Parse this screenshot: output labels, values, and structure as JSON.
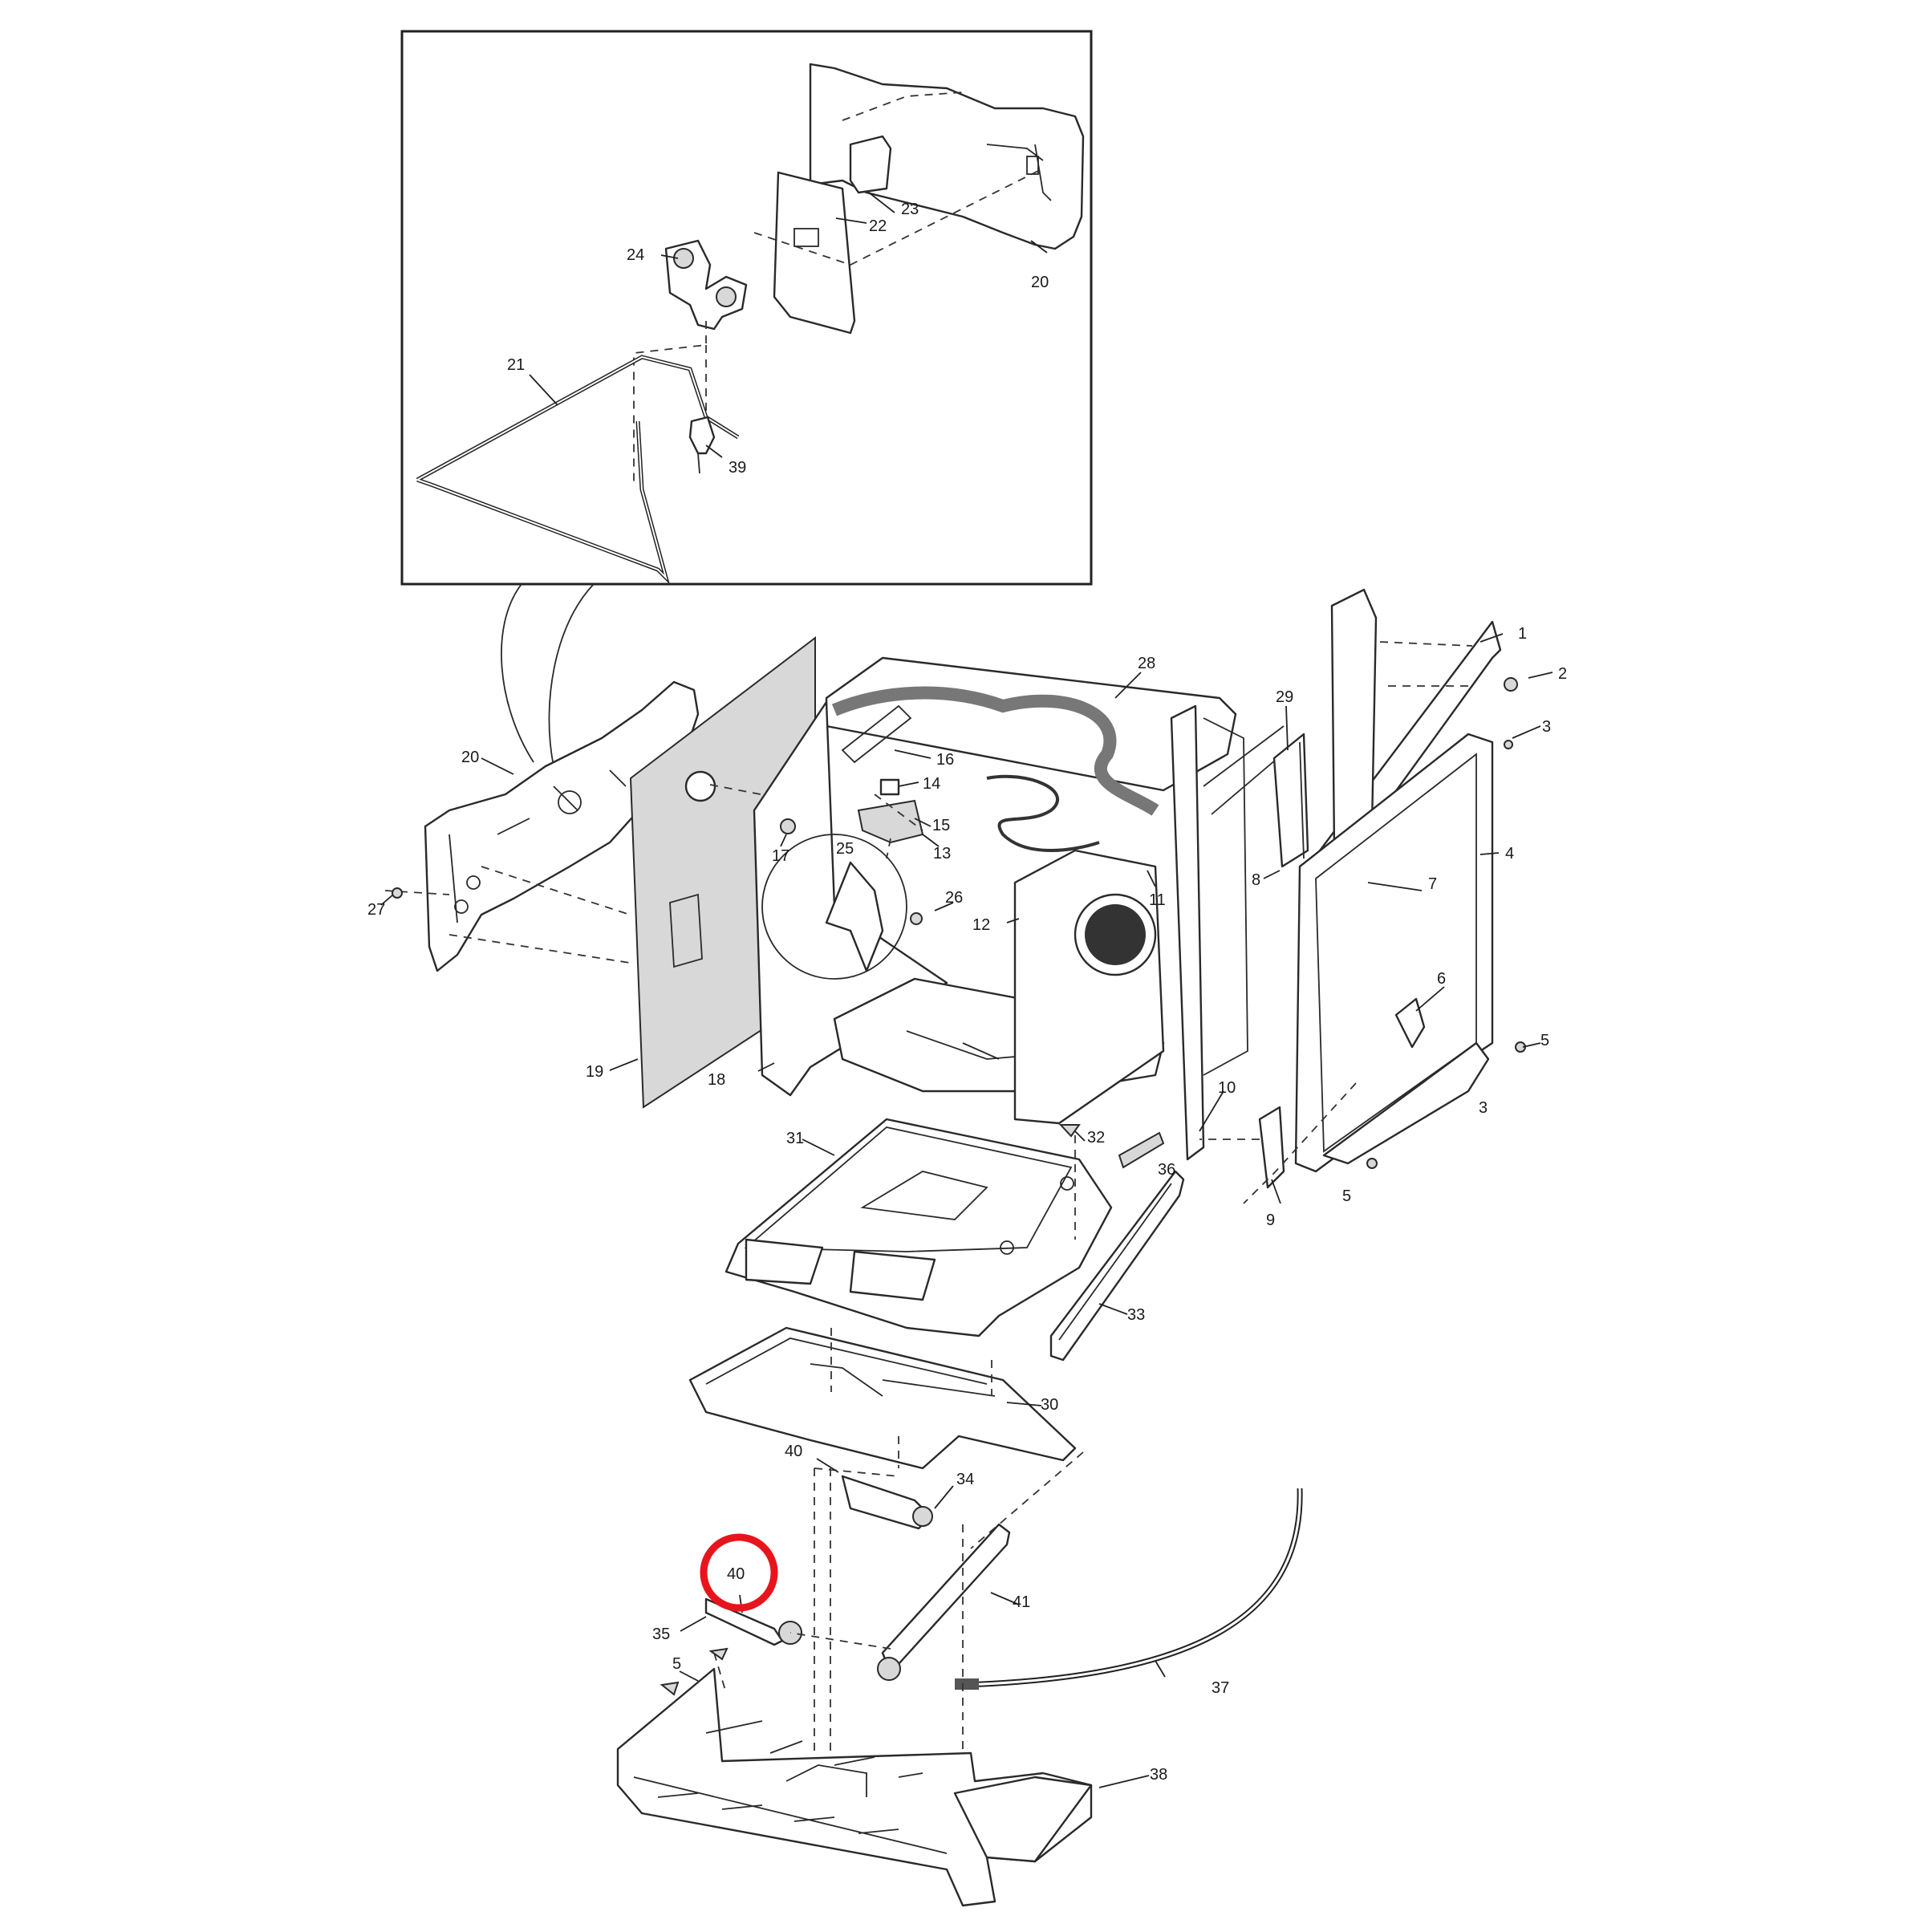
{
  "callouts": [
    {
      "id": "1",
      "label": "1"
    },
    {
      "id": "2",
      "label": "2"
    },
    {
      "id": "3a",
      "label": "3"
    },
    {
      "id": "3b",
      "label": "3"
    },
    {
      "id": "4",
      "label": "4"
    },
    {
      "id": "5a",
      "label": "5"
    },
    {
      "id": "5b",
      "label": "5"
    },
    {
      "id": "5c",
      "label": "5"
    },
    {
      "id": "6",
      "label": "6"
    },
    {
      "id": "7",
      "label": "7"
    },
    {
      "id": "8",
      "label": "8"
    },
    {
      "id": "9",
      "label": "9"
    },
    {
      "id": "10",
      "label": "10"
    },
    {
      "id": "11",
      "label": "11"
    },
    {
      "id": "12",
      "label": "12"
    },
    {
      "id": "13",
      "label": "13"
    },
    {
      "id": "14",
      "label": "14"
    },
    {
      "id": "15",
      "label": "15"
    },
    {
      "id": "16",
      "label": "16"
    },
    {
      "id": "17",
      "label": "17"
    },
    {
      "id": "18",
      "label": "18"
    },
    {
      "id": "19",
      "label": "19"
    },
    {
      "id": "20a",
      "label": "20"
    },
    {
      "id": "20b",
      "label": "20"
    },
    {
      "id": "21",
      "label": "21"
    },
    {
      "id": "22",
      "label": "22"
    },
    {
      "id": "23",
      "label": "23"
    },
    {
      "id": "24",
      "label": "24"
    },
    {
      "id": "25",
      "label": "25"
    },
    {
      "id": "26",
      "label": "26"
    },
    {
      "id": "27",
      "label": "27"
    },
    {
      "id": "28",
      "label": "28"
    },
    {
      "id": "29",
      "label": "29"
    },
    {
      "id": "30",
      "label": "30"
    },
    {
      "id": "31",
      "label": "31"
    },
    {
      "id": "32",
      "label": "32"
    },
    {
      "id": "33",
      "label": "33"
    },
    {
      "id": "34",
      "label": "34"
    },
    {
      "id": "35",
      "label": "35"
    },
    {
      "id": "36",
      "label": "36"
    },
    {
      "id": "37",
      "label": "37"
    },
    {
      "id": "38",
      "label": "38"
    },
    {
      "id": "39",
      "label": "39"
    },
    {
      "id": "40a",
      "label": "40"
    },
    {
      "id": "40b",
      "label": "40"
    },
    {
      "id": "41",
      "label": "41"
    }
  ],
  "highlight": {
    "callout": "40b",
    "color": "#e8141c"
  }
}
